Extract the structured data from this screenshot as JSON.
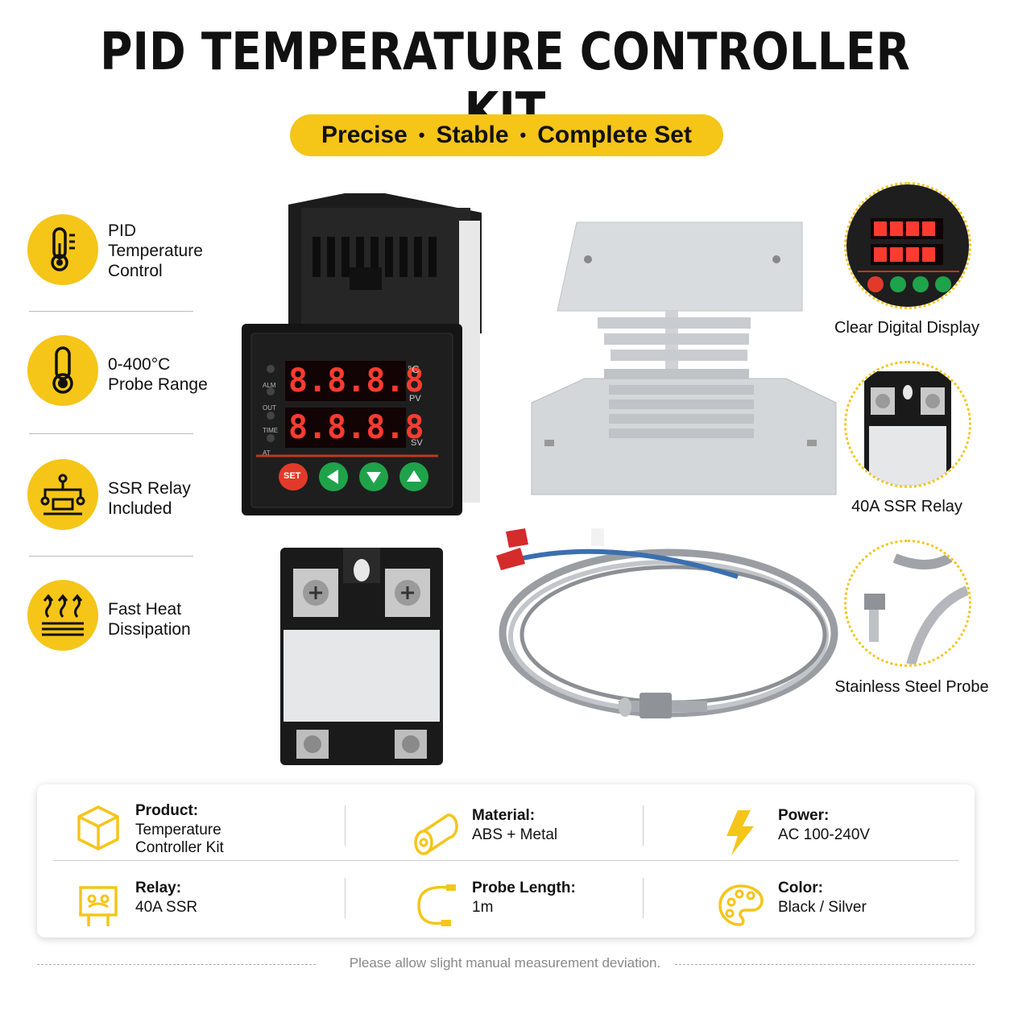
{
  "title": "PID TEMPERATURE CONTROLLER KIT",
  "tagline": {
    "items": [
      "Precise",
      "Stable",
      "Complete Set"
    ]
  },
  "features": [
    {
      "icon": "thermometer-icon",
      "label": "PID\nTemperature\nControl"
    },
    {
      "icon": "thermometer-bulb-icon",
      "label": "0-400°C\nProbe Range"
    },
    {
      "icon": "relay-circuit-icon",
      "label": "SSR Relay\nIncluded"
    },
    {
      "icon": "heat-waves-icon",
      "label": "Fast Heat\nDissipation"
    }
  ],
  "controller": {
    "indicators": [
      "ALM",
      "OUT",
      "TIME",
      "AT"
    ],
    "pv_label": "PV",
    "sv_label": "SV",
    "unit": "°C",
    "digits": "8.8.8.8",
    "set_button": "SET"
  },
  "callouts": [
    {
      "label": "Clear Digital Display"
    },
    {
      "label": "40A SSR Relay"
    },
    {
      "label": "Stainless Steel Probe"
    }
  ],
  "specs": [
    {
      "icon": "box-icon",
      "key": "Product:",
      "value": "Temperature\nController Kit"
    },
    {
      "icon": "material-roll-icon",
      "key": "Material:",
      "value": "ABS + Metal"
    },
    {
      "icon": "lightning-icon",
      "key": "Power:",
      "value": "AC 100-240V"
    },
    {
      "icon": "relay-icon",
      "key": "Relay:",
      "value": "40A SSR"
    },
    {
      "icon": "probe-cable-icon",
      "key": "Probe Length:",
      "value": "1m"
    },
    {
      "icon": "palette-icon",
      "key": "Color:",
      "value": "Black / Silver"
    }
  ],
  "note": "Please allow slight manual measurement deviation.",
  "colors": {
    "accent": "#f5c518",
    "text": "#111111",
    "green": "#1fa34a",
    "red": "#e23a2a",
    "led": "#ff3b30"
  }
}
